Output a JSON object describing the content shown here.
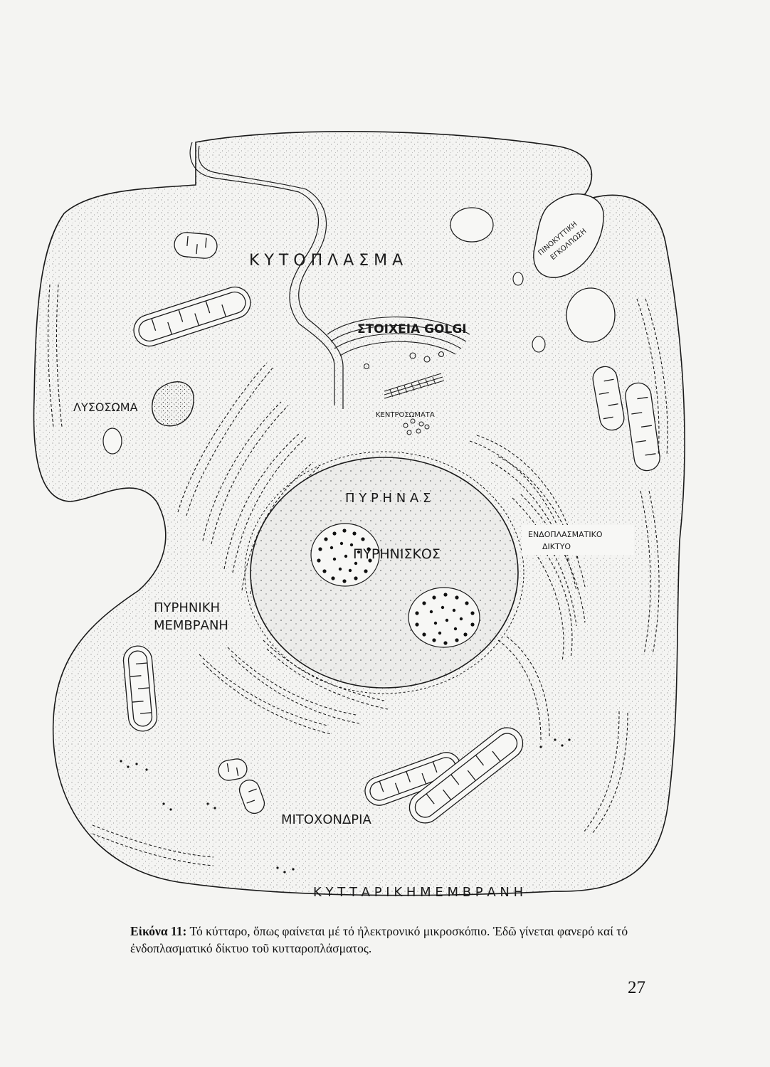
{
  "labels": {
    "cytoplasm": "Κ Υ Τ Ο Π Λ Α Σ Μ Α",
    "golgi": "ΣΤΟΙΧΕΙΑ GOLGI",
    "pinocytosis_line1": "ΠΙΝΟΚΥΤΤΙΚΗ",
    "pinocytosis_line2": "ΕΓΚΟΛΠΩΣΗ",
    "lysosome": "ΛΥΣΟΣΩΜΑ",
    "centrosomes": "ΚΕΝΤΡΟΣΩΜΑΤΑ",
    "nucleus": "Π Υ Ρ Η Ν Α Σ",
    "nucleolus": "ΠΥΡΗΝΙΣΚΟΣ",
    "er_line1": "ΕΝΔΟΠΛΑΣΜΑΤΙΚΟ",
    "er_line2": "ΔΙΚΤΥΟ",
    "nuclear_membrane_line1": "ΠΥΡΗΝΙΚΗ",
    "nuclear_membrane_line2": "ΜΕΜΒΡΑΝΗ",
    "mitochondria": "ΜΙΤΟΧΟΝΔΡΙΑ",
    "cell_membrane": "Κ Υ Τ Τ Α Ρ Ι Κ Η   Μ Ε Μ Β Ρ Α Ν Η"
  },
  "caption": {
    "figure_label": "Εἰκόνα 11:",
    "text": "Τό κύτταρο, ὅπως φαίνεται μέ τό ἠλεκτρονικό μικροσκόπιο. Ἐδῶ γίνεται φανερό καί τό ἐνδοπλασματικό δίκτυο τοῦ κυτταροπλάσματος."
  },
  "page_number": "27",
  "colors": {
    "paper": "#f4f4f2",
    "ink": "#1a1a1a"
  }
}
